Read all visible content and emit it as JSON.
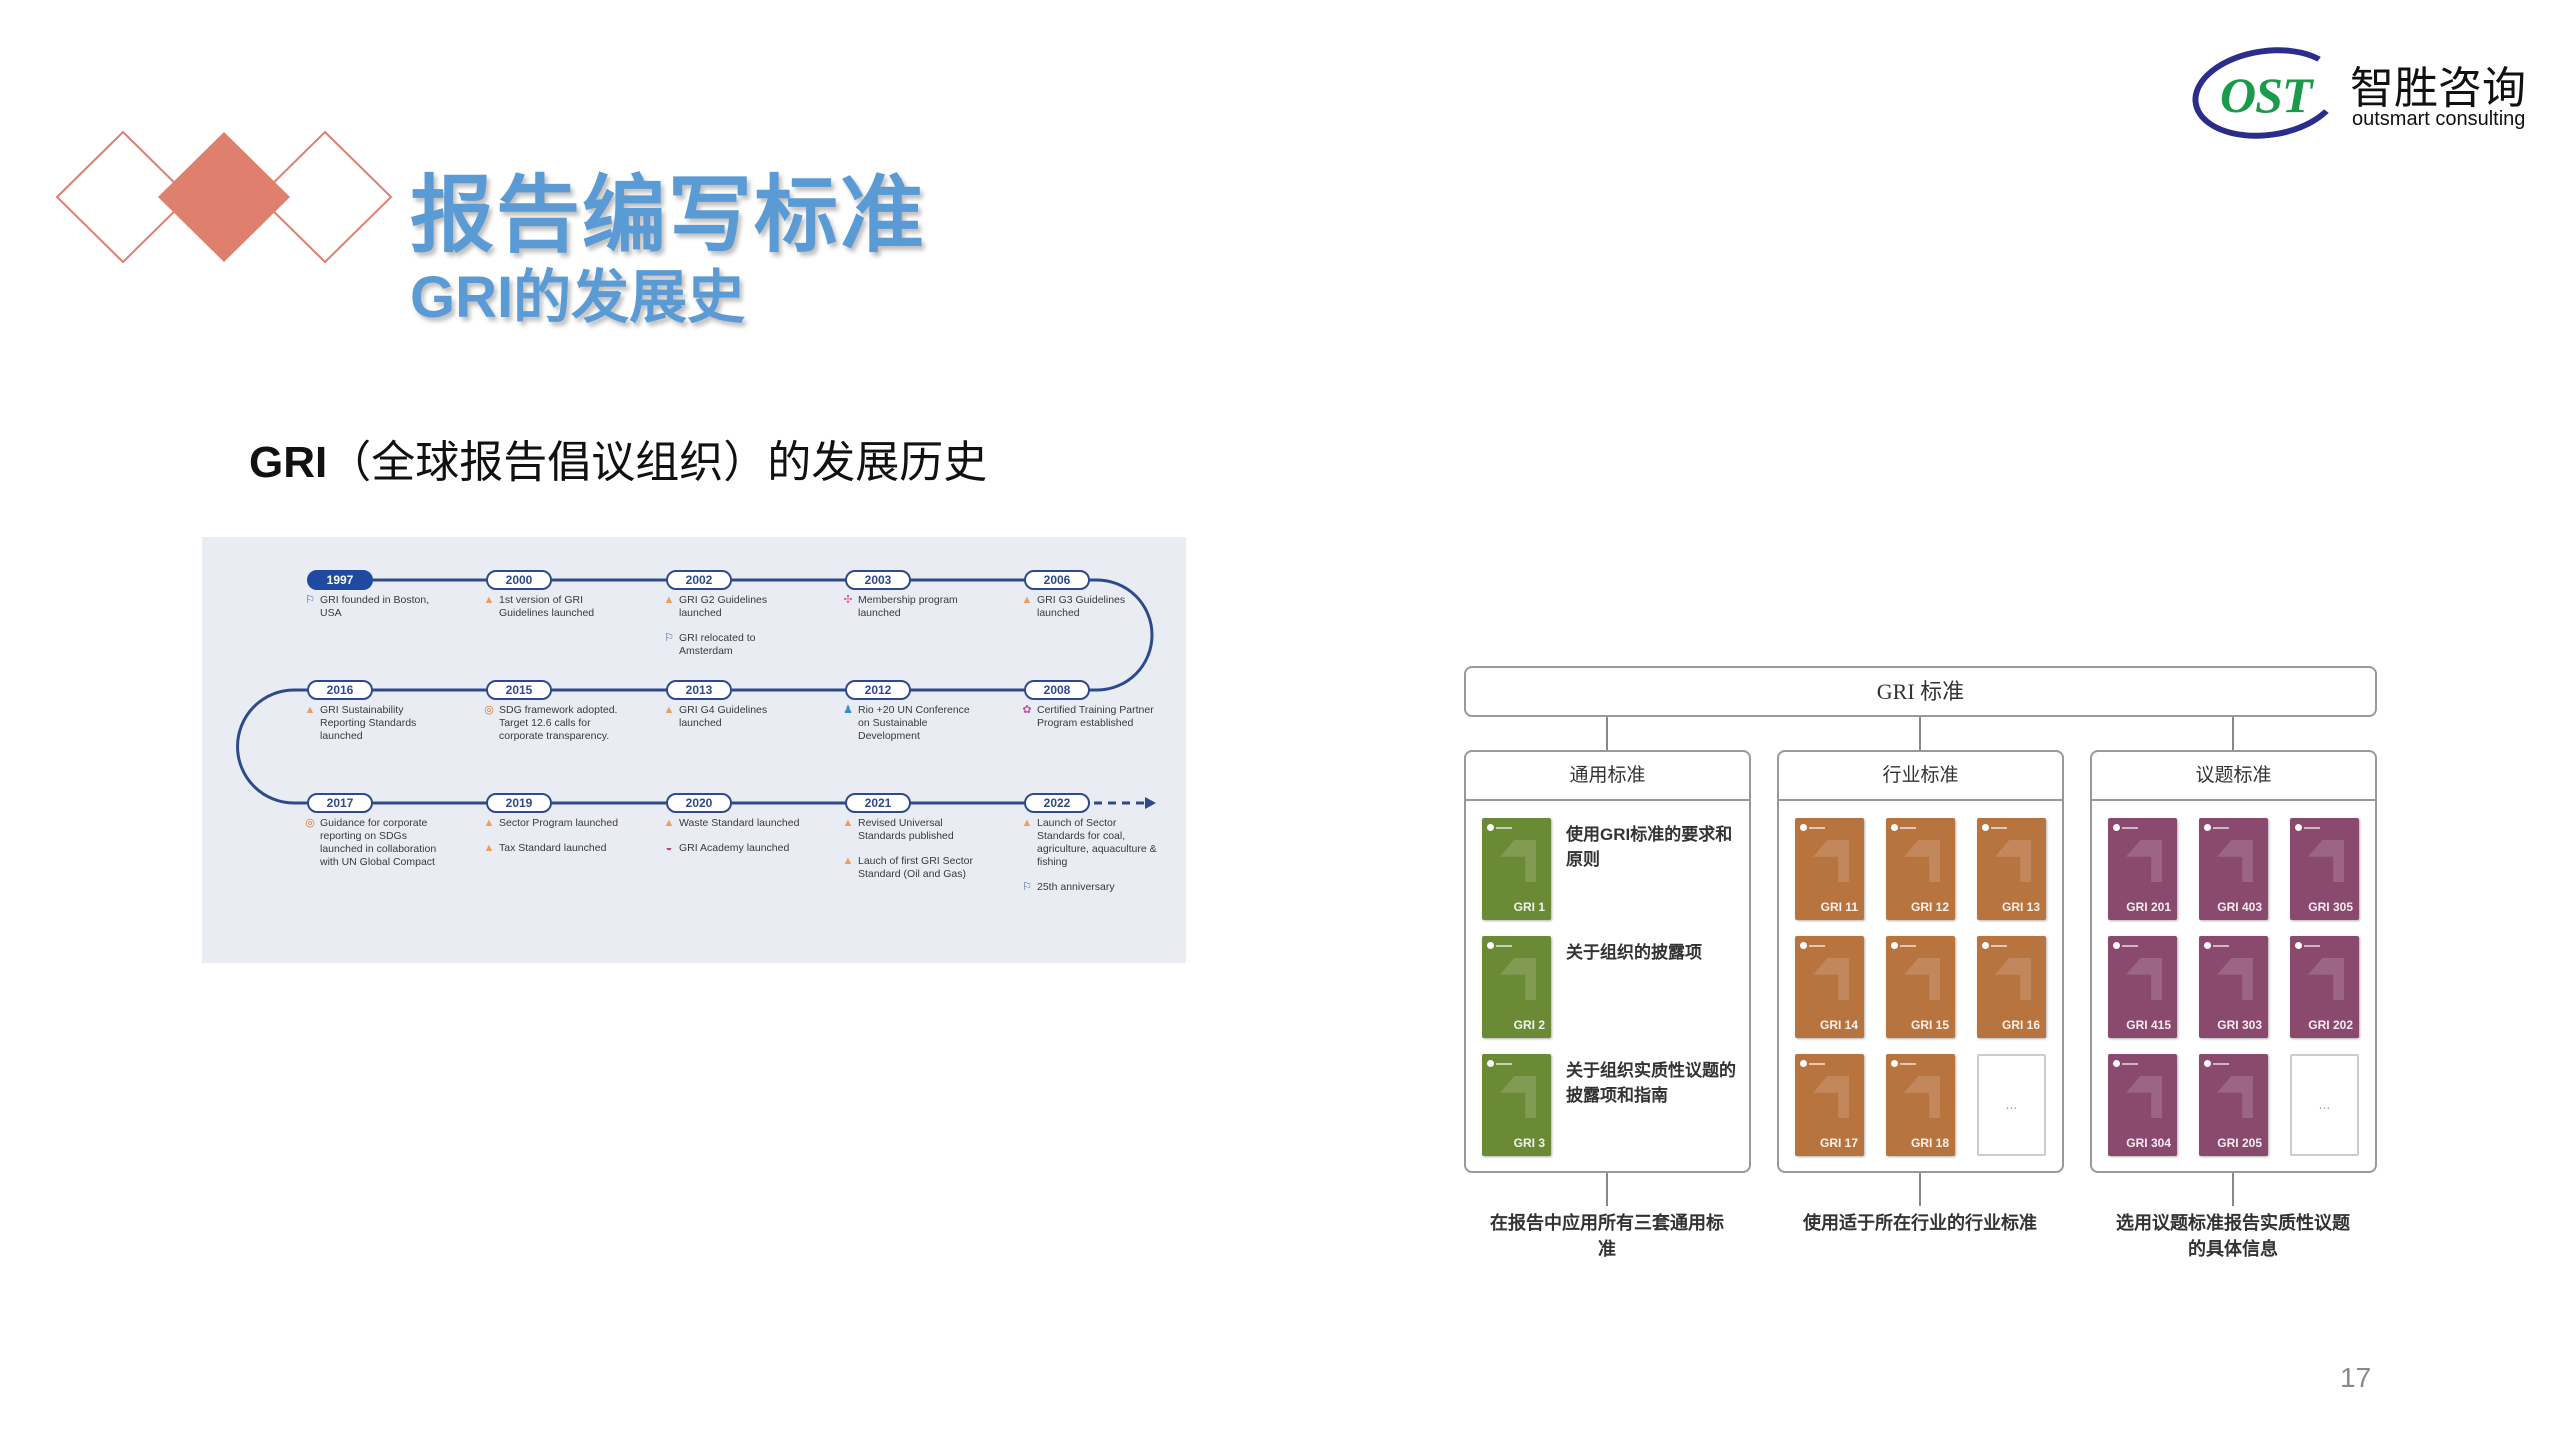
{
  "header": {
    "title": "报告编写标准",
    "subtitle": "GRI的发展史",
    "logo": {
      "mark": "OST",
      "name_cn": "智胜咨询",
      "name_en": "outsmart consulting"
    }
  },
  "heading": {
    "prefix": "GRI",
    "text": "（全球报告倡议组织）的发展历史"
  },
  "colors": {
    "title": "#5b9bd5",
    "diamond": "#df7f6e",
    "timeline_line": "#2e4a8a",
    "general": "#6b8a35",
    "sector": "#b8743f",
    "topic": "#8a4a6e"
  },
  "timeline": {
    "rows": [
      [
        {
          "year": "1997",
          "items": [
            {
              "icon": "flag-icon",
              "text": "GRI founded in Boston, USA"
            }
          ]
        },
        {
          "year": "2000",
          "items": [
            {
              "icon": "rocket-icon",
              "text": "1st version of GRI Guidelines launched"
            }
          ]
        },
        {
          "year": "2002",
          "items": [
            {
              "icon": "rocket-icon",
              "text": "GRI G2 Guidelines launched"
            },
            {
              "icon": "flag-icon",
              "text": "GRI relocated to Amsterdam"
            }
          ]
        },
        {
          "year": "2003",
          "items": [
            {
              "icon": "network-icon",
              "text": "Membership program launched"
            }
          ]
        },
        {
          "year": "2006",
          "items": [
            {
              "icon": "rocket-icon",
              "text": "GRI G3 Guidelines launched"
            }
          ]
        }
      ],
      [
        {
          "year": "2016",
          "items": [
            {
              "icon": "rocket-icon",
              "text": "GRI Sustainability Reporting Standards launched"
            }
          ]
        },
        {
          "year": "2015",
          "items": [
            {
              "icon": "sdg-wheel-icon",
              "text": "SDG framework adopted. Target 12.6 calls for corporate transparency."
            }
          ]
        },
        {
          "year": "2013",
          "items": [
            {
              "icon": "rocket-icon",
              "text": "GRI G4 Guidelines launched"
            }
          ]
        },
        {
          "year": "2012",
          "items": [
            {
              "icon": "people-icon",
              "text": "Rio +20 UN Conference on Sustainable Development"
            }
          ]
        },
        {
          "year": "2008",
          "items": [
            {
              "icon": "badge-icon",
              "text": "Certified Training Partner Program established"
            }
          ]
        }
      ],
      [
        {
          "year": "2017",
          "items": [
            {
              "icon": "sdg-wheel-icon",
              "text": "Guidance for corporate reporting on SDGs launched in collaboration with UN Global Compact"
            }
          ]
        },
        {
          "year": "2019",
          "items": [
            {
              "icon": "rocket-icon",
              "text": "Sector Program launched"
            },
            {
              "icon": "rocket-icon",
              "text": "Tax Standard launched"
            }
          ]
        },
        {
          "year": "2020",
          "items": [
            {
              "icon": "rocket-icon",
              "text": "Waste Standard launched"
            },
            {
              "icon": "academy-icon",
              "text": "GRI Academy launched"
            }
          ]
        },
        {
          "year": "2021",
          "items": [
            {
              "icon": "rocket-icon",
              "text": "Revised Universal Standards published"
            },
            {
              "icon": "rocket-icon",
              "text": "Lauch of first GRI Sector Standard (Oil and Gas)"
            }
          ]
        },
        {
          "year": "2022",
          "items": [
            {
              "icon": "rocket-icon",
              "text": "Launch of Sector Standards for coal, agriculture, aquaculture & fishing"
            },
            {
              "icon": "flag-icon",
              "text": "25th anniversary"
            }
          ]
        }
      ]
    ]
  },
  "gri": {
    "title": "GRI 标准",
    "columns": [
      {
        "header": "通用标准",
        "cards": [
          "GRI 1",
          "GRI 2",
          "GRI 3"
        ],
        "descriptions": [
          "使用GRI标准的要求和原则",
          "关于组织的披露项",
          "关于组织实质性议题的披露项和指南"
        ],
        "footer": "在报告中应用所有三套通用标准"
      },
      {
        "header": "行业标准",
        "cards": [
          "GRI 11",
          "GRI 12",
          "GRI 13",
          "GRI 14",
          "GRI 15",
          "GRI 16",
          "GRI 17",
          "GRI 18",
          "..."
        ],
        "footer": "使用适于所在行业的行业标准"
      },
      {
        "header": "议题标准",
        "cards": [
          "GRI 201",
          "GRI 403",
          "GRI 305",
          "GRI 415",
          "GRI 303",
          "GRI 202",
          "GRI 304",
          "GRI 205",
          "..."
        ],
        "footer": "选用议题标准报告实质性议题的具体信息"
      }
    ]
  },
  "page_number": "17"
}
